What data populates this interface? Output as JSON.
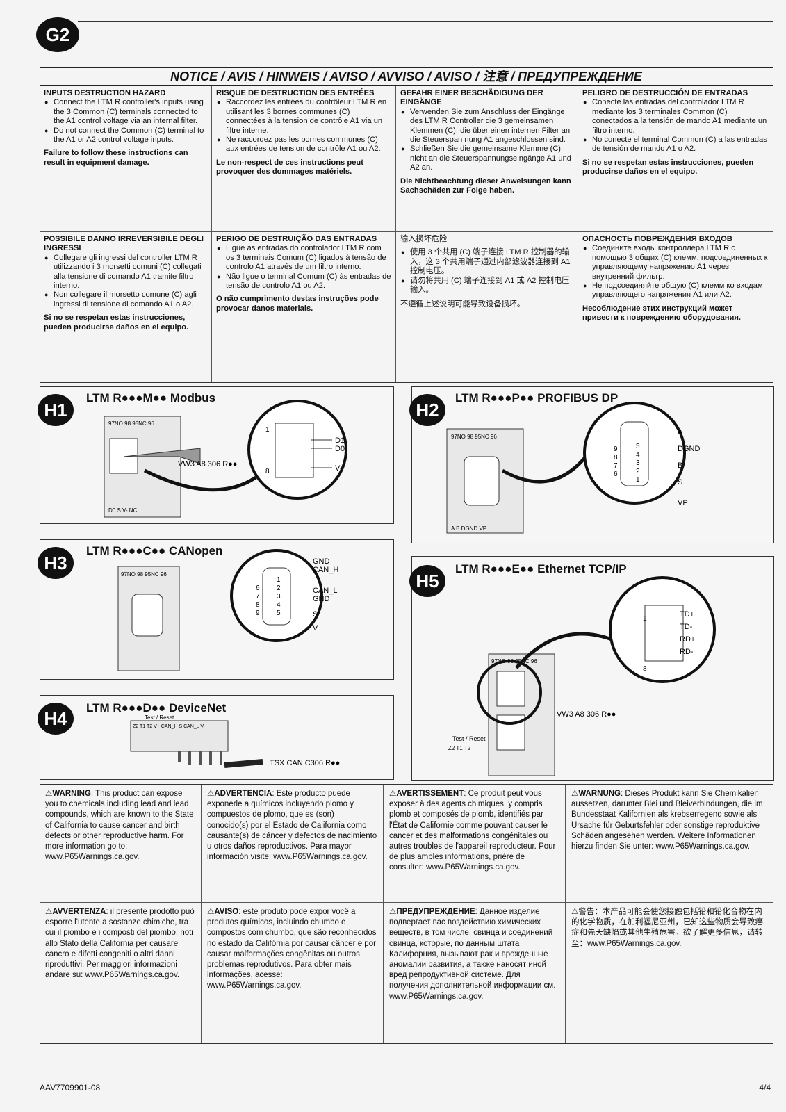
{
  "badge_g2": "G2",
  "notice_title": "NOTICE / AVIS / HINWEIS / AVISO / AVVISO / AVISO / 注意 / ПРЕДУПРЕЖДЕНИЕ",
  "notices": [
    {
      "heading": "INPUTS DESTRUCTION HAZARD",
      "bullets": [
        "Connect the LTM R controller's inputs using the 3 Common (C) terminals connected to the A1 control voltage via an internal filter.",
        "Do not connect the Common (C) terminal to the A1 or A2 control voltage inputs."
      ],
      "footer": "Failure to follow these instructions can result in equipment damage."
    },
    {
      "heading": "RISQUE DE DESTRUCTION DES ENTRÉES",
      "bullets": [
        "Raccordez les entrées du contrôleur LTM R en utilisant les 3 bornes communes (C) connectées à la tension de contrôle A1 via un filtre interne.",
        "Ne raccordez pas les bornes communes (C) aux entrées de tension de contrôle A1 ou A2."
      ],
      "footer": "Le non-respect de ces instructions peut provoquer des dommages matériels."
    },
    {
      "heading": "GEFAHR EINER BESCHÄDIGUNG DER EINGÄNGE",
      "bullets": [
        "Verwenden Sie zum Anschluss der Eingänge des LTM R Controller die 3 gemeinsamen Klemmen (C), die über einen internen Filter an die Steuerspan nung A1 angeschlossen sind.",
        "Schließen Sie die gemeinsame Klemme (C) nicht an die Steuerspannungseingänge A1 und A2 an."
      ],
      "footer": "Die Nichtbeachtung dieser Anweisungen kann Sachschäden zur Folge haben."
    },
    {
      "heading": "PELIGRO DE DESTRUCCIÓN DE ENTRADAS",
      "bullets": [
        "Conecte las entradas del controlador LTM R mediante los 3 terminales Common (C) conectados a la tensión de mando A1 mediante un filtro interno.",
        "No conecte el terminal Common (C) a las entradas de tensión de mando A1 o A2."
      ],
      "footer": "Si no se respetan estas instrucciones, pueden producirse daños en el equipo."
    },
    {
      "heading": "POSSIBILE DANNO IRREVERSIBILE DEGLI INGRESSI",
      "bullets": [
        "Collegare gli ingressi del controller LTM R utilizzando i 3 morsetti comuni (C) collegati alla tensione di comando A1 tramite filtro interno.",
        "Non collegare il morsetto comune (C) agli ingressi di tensione di comando A1 o A2."
      ],
      "footer": "Si no se respetan estas instrucciones, pueden producirse daños en el equipo."
    },
    {
      "heading": "PERIGO DE DESTRUIÇÃO DAS ENTRADAS",
      "bullets": [
        "Ligue as entradas do controlador LTM R com os 3 terminais Comum (C) ligados à tensão de controlo A1 através de um filtro interno.",
        "Não ligue o terminal Comum (C) às entradas de tensão de controlo A1 ou A2."
      ],
      "footer": "O não cumprimento destas instruções pode provocar danos materiais."
    },
    {
      "heading": "输入损坏危险",
      "bullets": [
        "使用 3 个共用 (C) 端子连接 LTM R 控制器的输入，这 3 个共用端子通过内部滤波器连接到 A1 控制电压。",
        "请勿将共用 (C) 端子连接到 A1 或 A2 控制电压输入。"
      ],
      "footer": "不遵循上述说明可能导致设备损坏。"
    },
    {
      "heading": "ОПАСНОСТЬ ПОВРЕЖДЕНИЯ ВХОДОВ",
      "bullets": [
        "Соедините входы контроллера LTM R с помощью 3 общих (C) клемм, подсоединенных к управляющему напряжению A1 через внутренний фильтр.",
        "Не подсоединяйте общую (C) клемм ко входам управляющего напряжения A1 или A2."
      ],
      "footer": "Несоблюдение этих инструкций может привести к повреждению оборудования."
    }
  ],
  "h1": {
    "badge": "H1",
    "title": "LTM R●●●M●● Modbus",
    "cable": "VW3 A8 306 R●●",
    "pins": [
      "1",
      "8"
    ],
    "signals": [
      "D1",
      "D0",
      "V-"
    ],
    "terminals": "97NO 98 95NC 96",
    "bottom": "D0  S  V-  NC"
  },
  "h2": {
    "badge": "H2",
    "title": "LTM R●●●P●● PROFIBUS DP",
    "pins_left": [
      "9",
      "8",
      "7",
      "6"
    ],
    "pins_right": [
      "5",
      "4",
      "3",
      "2",
      "1"
    ],
    "signals": [
      "A",
      "DGND",
      "B",
      "S",
      "VP"
    ],
    "terminals": "97NO 98 95NC 96",
    "bottom": "A  B DGND VP"
  },
  "h3": {
    "badge": "H3",
    "title": "LTM R●●●C●● CANopen",
    "pins_left": [
      "6",
      "7",
      "8",
      "9"
    ],
    "pins_right": [
      "1",
      "2",
      "3",
      "4",
      "5"
    ],
    "signals": [
      "GND",
      "CAN_H",
      "CAN_L",
      "GND",
      "S",
      "V+"
    ],
    "terminals": "97NO 98 95NC 96"
  },
  "h4": {
    "badge": "H4",
    "title": "LTM R●●●D●● DeviceNet",
    "test_reset": "Test / Reset",
    "terminals": "Z2 T1 T2 V+ CAN_H S CAN_L V-",
    "cable": "TSX CAN C306 R●●"
  },
  "h5": {
    "badge": "H5",
    "title": "LTM R●●●E●● Ethernet TCP/IP",
    "pins": [
      "1",
      "8"
    ],
    "signals": [
      "TD+",
      "TD-",
      "RD+",
      "RD-"
    ],
    "terminals": "97NO 98 95NC 96",
    "cable": "VW3 A8 306 R●●",
    "test_reset": "Test / Reset",
    "lower_terminals": "Z2 T1 T2"
  },
  "warnings": [
    {
      "label": "WARNING",
      "text": ": This product can expose you to chemicals including lead and lead compounds, which are known to the State of California to cause cancer and birth defects or other reproductive harm. For more information go to: www.P65Warnings.ca.gov."
    },
    {
      "label": "ADVERTENCIA",
      "text": ": Este producto puede exponerle a químicos incluyendo plomo y compuestos de plomo, que es (son) conocido(s) por el Estado de California como causante(s) de cáncer y defectos de nacimiento u otros daños reproductivos. Para mayor información visite: www.P65Warnings.ca.gov."
    },
    {
      "label": "AVERTISSEMENT",
      "text": ": Ce produit peut vous exposer à des agents chimiques, y compris plomb et composés de plomb, identifiés par l'État de Californie comme pouvant causer le cancer et des malformations congénitales ou autres troubles de l'appareil reproducteur. Pour de plus amples informations, prière de consulter: www.P65Warnings.ca.gov."
    },
    {
      "label": "WARNUNG",
      "text": ": Dieses Produkt kann Sie Chemikalien aussetzen, darunter Blei und Bleiverbindungen, die im Bundesstaat Kalifornien als krebserregend sowie als Ursache für Geburtsfehler oder sonstige reproduktive Schäden angesehen werden. Weitere Informationen hierzu finden Sie unter: www.P65Warnings.ca.gov."
    },
    {
      "label": "AVVERTENZA",
      "text": ": il presente prodotto può esporre l'utente a sostanze chimiche, tra cui il piombo e i composti del piombo, noti allo Stato della California per causare cancro e difetti congeniti o altri danni riproduttivi. Per maggiori informazioni andare su: www.P65Warnings.ca.gov."
    },
    {
      "label": "AVISO",
      "text": ": este produto pode expor você a produtos químicos, incluindo chumbo e compostos com chumbo, que são reconhecidos no estado da Califórnia por causar câncer e por causar malformações congênitas ou outros problemas reprodutivos. Para obter mais informações, acesse: www.P65Warnings.ca.gov."
    },
    {
      "label": "ПРЕДУПРЕЖДЕНИЕ",
      "text": ": Данное изделие подвергает вас воздействию химических веществ, в том числе, свинца и соединений свинца, которые, по данным штата Калифорния, вызывают рак и врожденные аномалии развития, а также наносят иной вред репродуктивной системе. Для получения дополнительной информации см. www.P65Warnings.ca.gov."
    },
    {
      "label": "警告",
      "text": "：本产品可能会使您接触包括铅和铅化合物在内的化学物质，在加利福尼亚州，已知这些物质会导致癌症和先天缺陷或其他生殖危害。欲了解更多信息，请转至：www.P65Warnings.ca.gov."
    }
  ],
  "footer_code": "AAV7709901-08",
  "page_number": "4/4"
}
